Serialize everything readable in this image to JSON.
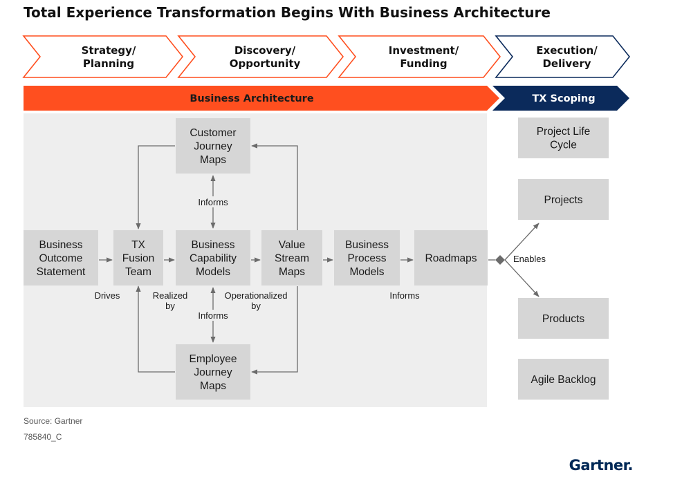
{
  "title": "Total Experience Transformation Begins With Business Architecture",
  "phases": [
    {
      "id": "strategy",
      "lines": [
        "Strategy/",
        "Planning"
      ]
    },
    {
      "id": "discovery",
      "lines": [
        "Discovery/",
        "Opportunity"
      ]
    },
    {
      "id": "investment",
      "lines": [
        "Investment/",
        "Funding"
      ]
    },
    {
      "id": "execution",
      "lines": [
        "Execution/",
        "Delivery"
      ]
    }
  ],
  "bands": {
    "business_architecture": "Business Architecture",
    "tx_scoping": "TX Scoping"
  },
  "nodes": {
    "business_outcome": [
      "Business",
      "Outcome",
      "Statement"
    ],
    "tx_fusion": [
      "TX",
      "Fusion",
      "Team"
    ],
    "capability": [
      "Business",
      "Capability",
      "Models"
    ],
    "value_stream": [
      "Value",
      "Stream",
      "Maps"
    ],
    "process": [
      "Business",
      "Process",
      "Models"
    ],
    "roadmaps": [
      "Roadmaps"
    ],
    "customer_journey": [
      "Customer",
      "Journey",
      "Maps"
    ],
    "employee_journey": [
      "Employee",
      "Journey",
      "Maps"
    ],
    "project_life_cycle": [
      "Project Life",
      "Cycle"
    ],
    "projects": [
      "Projects"
    ],
    "products": [
      "Products"
    ],
    "agile_backlog": [
      "Agile Backlog"
    ]
  },
  "labels": {
    "drives": [
      "Drives"
    ],
    "realized_by": [
      "Realized",
      "by"
    ],
    "operationalized_by": [
      "Operationalized",
      "by"
    ],
    "informs_top": [
      "Informs"
    ],
    "informs_bottom": [
      "Informs"
    ],
    "informs_process": [
      "Informs"
    ],
    "enables": [
      "Enables"
    ]
  },
  "footer": {
    "source": "Source: Gartner",
    "id": "785840_C"
  },
  "logo": {
    "text": "Gartner",
    "dot": "."
  },
  "colors": {
    "orange": "#FF4F1F",
    "navy": "#0B2A5B",
    "panel": "#EEEEEE",
    "box": "#D6D6D6",
    "arrow": "#6B6B6B"
  }
}
